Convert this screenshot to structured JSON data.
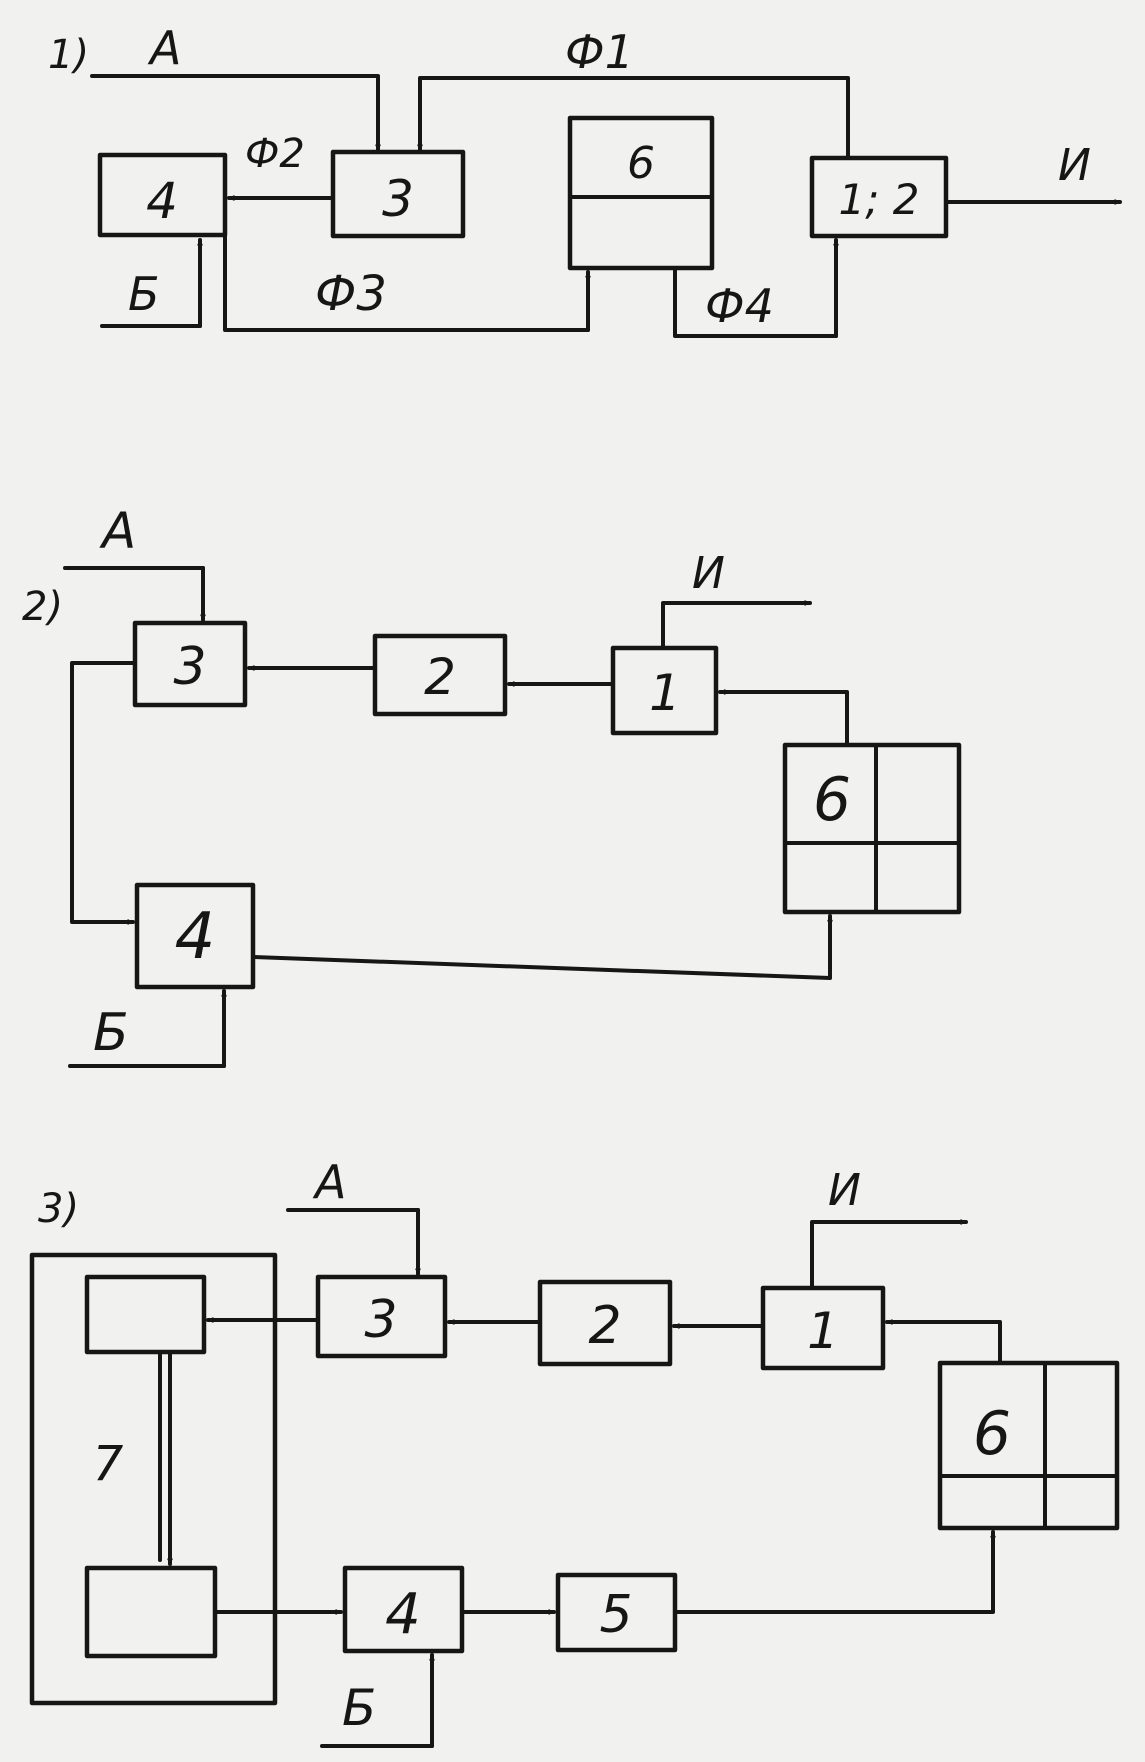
{
  "diagram1": {
    "number": "1)",
    "signal_a": "А",
    "signal_b": "Б",
    "output": "И",
    "flow_f1": "Ф1",
    "flow_f2": "Ф2",
    "flow_f3": "Ф3",
    "flow_f4": "Ф4",
    "block_4": "4",
    "block_3": "3",
    "block_6": "6",
    "block_12": "1; 2"
  },
  "diagram2": {
    "number": "2)",
    "signal_a": "А",
    "signal_b": "Б",
    "output": "И",
    "block_3": "3",
    "block_2": "2",
    "block_1": "1",
    "block_4": "4",
    "block_6": "6"
  },
  "diagram3": {
    "number": "3)",
    "signal_a": "А",
    "signal_b": "Б",
    "output": "И",
    "block_3": "3",
    "block_2": "2",
    "block_1": "1",
    "block_7": "7",
    "block_4": "4",
    "block_5": "5",
    "block_6": "6"
  },
  "colors": {
    "ink": "#161616",
    "paper": "#f1f1ef"
  }
}
